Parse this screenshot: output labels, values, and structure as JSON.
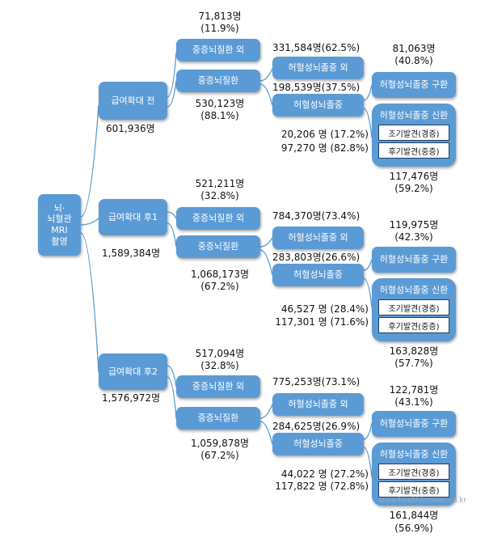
{
  "root": {
    "line1": "뇌·",
    "line2": "뇌혈관",
    "line3": "MRI",
    "line4": "촬영"
  },
  "groups": [
    {
      "period": "급여확대 전",
      "total": "601,936명",
      "non_severe_label": "중증뇌질환 외",
      "non_severe_count": "71,813명",
      "non_severe_pct": "(11.9%)",
      "severe_label": "중증뇌질환",
      "severe_count": "530,123명",
      "severe_pct": "(88.1%)",
      "non_ischemic_label": "허혈성뇌졸중 외",
      "non_ischemic_value": "331,584명(62.5%)",
      "ischemic_label": "허혈성뇌졸중",
      "ischemic_value": "198,539명(37.5%)",
      "suspect_label": "허혈성뇌졸중 구환",
      "suspect_count": "81,063명",
      "suspect_pct": "(40.8%)",
      "new_label": "허혈성뇌졸중 신환",
      "early_label": "조기발견(경증)",
      "late_label": "후기발견(중증)",
      "early_value": "20,206 명 (17.2%)",
      "late_value": "97,270 명 (82.8%)",
      "new_count": "117,476명",
      "new_pct": "(59.2%)"
    },
    {
      "period": "급여확대 후1",
      "total": "1,589,384명",
      "non_severe_label": "중증뇌질환 외",
      "non_severe_count": "521,211명",
      "non_severe_pct": "(32.8%)",
      "severe_label": "중증뇌질환",
      "severe_count": "1,068,173명",
      "severe_pct": "(67.2%)",
      "non_ischemic_label": "허혈성뇌졸중 외",
      "non_ischemic_value": "784,370명(73.4%)",
      "ischemic_label": "허혈성뇌졸중",
      "ischemic_value": "283,803명(26.6%)",
      "suspect_label": "허혈성뇌졸중 구환",
      "suspect_count": "119,975명",
      "suspect_pct": "(42.3%)",
      "new_label": "허혈성뇌졸중 신환",
      "early_label": "조기발견(경증)",
      "late_label": "후기발견(중증)",
      "early_value": "46,527 명 (28.4%)",
      "late_value": "117,301 명 (71.6%)",
      "new_count": "163,828명",
      "new_pct": "(57.7%)"
    },
    {
      "period": "급여확대 후2",
      "total": "1,576,972명",
      "non_severe_label": "중증뇌질환 외",
      "non_severe_count": "517,094명",
      "non_severe_pct": "(32.8%)",
      "severe_label": "중증뇌질환",
      "severe_count": "1,059,878명",
      "severe_pct": "(67.2%)",
      "non_ischemic_label": "허혈성뇌졸중 외",
      "non_ischemic_value": "775,253명(73.1%)",
      "ischemic_label": "허혈성뇌졸중",
      "ischemic_value": "284,625명(26.9%)",
      "suspect_label": "허혈성뇌졸중 구환",
      "suspect_count": "122,781명",
      "suspect_pct": "(43.1%)",
      "new_label": "허혈성뇌졸중 신환",
      "early_label": "조기발견(경증)",
      "late_label": "후기발견(중증)",
      "early_value": "44,022 명 (27.2%)",
      "late_value": "117,822 명 (72.8%)",
      "new_count": "161,844명",
      "new_pct": "(56.9%)"
    }
  ],
  "watermark": "www.healthinnews.co.kr",
  "colors": {
    "box": "#5b9bd5",
    "line": "#5b9bd5",
    "sub_border": "#1e3f66"
  }
}
